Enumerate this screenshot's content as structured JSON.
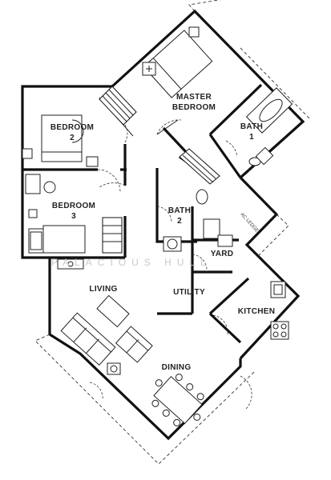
{
  "rooms": {
    "master_bedroom": [
      "MASTER",
      "BEDROOM"
    ],
    "bedroom_2": [
      "BEDROOM",
      "2"
    ],
    "bedroom_3": [
      "BEDROOM",
      "3"
    ],
    "bath_1": [
      "BATH",
      "1"
    ],
    "bath_2": [
      "BATH",
      "2"
    ],
    "yard": "YARD",
    "utility": "UTILITY",
    "living": "LIVING",
    "kitchen": "KITCHEN",
    "dining": "DINING"
  },
  "annotations": {
    "aircon_ledge": "AC LEDGE",
    "watermark": "PALACIOUS HULL"
  }
}
